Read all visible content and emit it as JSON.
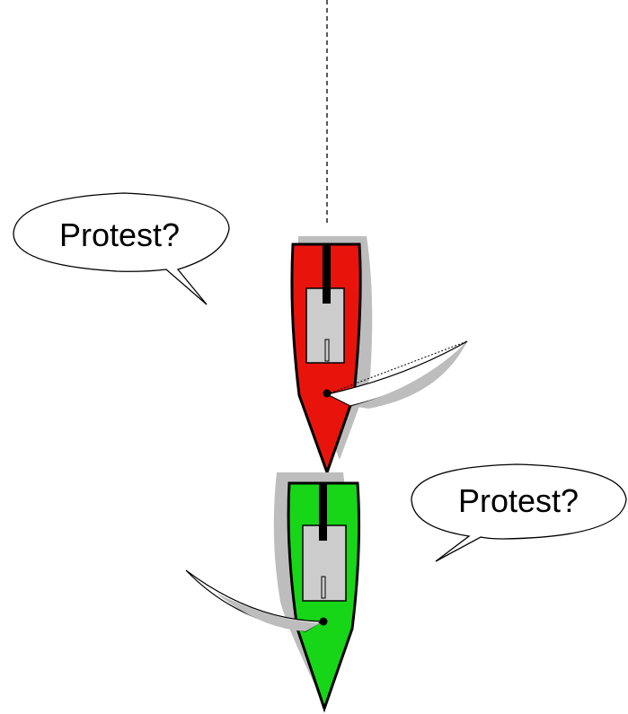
{
  "colors": {
    "background": "#ffffff",
    "red_boat": "#e8140c",
    "green_boat": "#17d617",
    "cockpit": "#cccccc",
    "shadow": "#bdbdbd",
    "outline": "#000000"
  },
  "boats": [
    {
      "name": "red-boat",
      "color": "red"
    },
    {
      "name": "green-boat",
      "color": "green"
    }
  ],
  "speech_bubbles": [
    {
      "text": "Protest?"
    },
    {
      "text": "Protest?"
    }
  ]
}
